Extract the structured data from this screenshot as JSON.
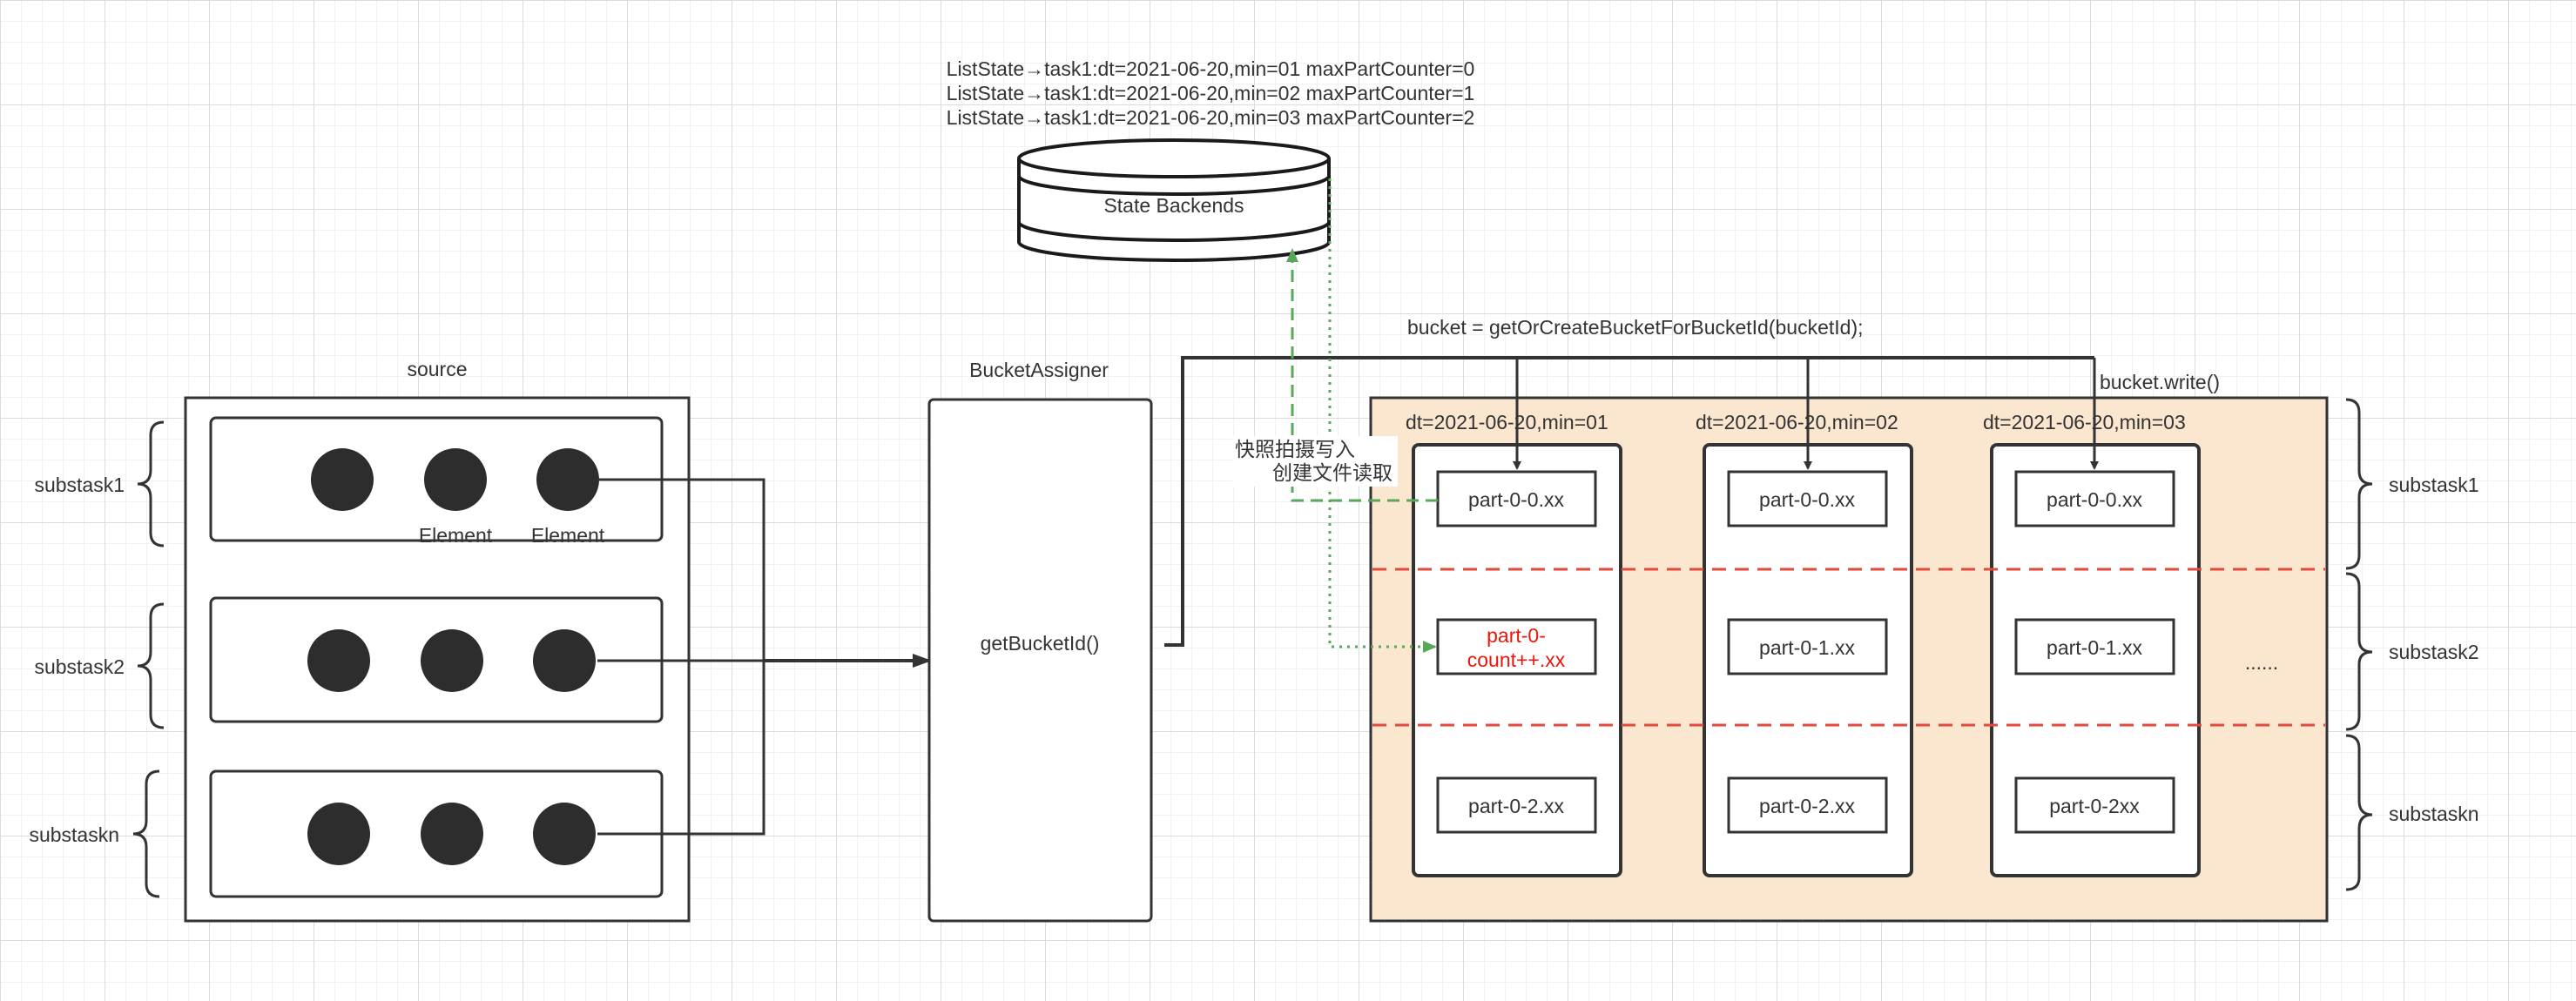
{
  "state_lines": [
    "ListState→task1:dt=2021-06-20,min=01 maxPartCounter=0",
    "ListState→task1:dt=2021-06-20,min=02 maxPartCounter=1",
    "ListState→task1:dt=2021-06-20,min=03 maxPartCounter=2"
  ],
  "state_backends": "State Backends",
  "source_title": "source",
  "left_substasks": [
    "substask1",
    "substask2",
    "substaskn"
  ],
  "element_labels": [
    "Element",
    "Element"
  ],
  "assigner_title": "BucketAssigner",
  "assigner_method": "getBucketId()",
  "bucket_call": "bucket = getOrCreateBucketForBucketId(bucketId);",
  "bucket_write": "bucket.write()",
  "snapshot_write": "快照拍摄写入",
  "create_read": "创建文件读取",
  "buckets": [
    {
      "header": "dt=2021-06-20,min=01",
      "files": [
        "part-0-0.xx",
        "part-0-\ncount++.xx",
        "part-0-2.xx"
      ]
    },
    {
      "header": "dt=2021-06-20,min=02",
      "files": [
        "part-0-0.xx",
        "part-0-1.xx",
        "part-0-2.xx"
      ]
    },
    {
      "header": "dt=2021-06-20,min=03",
      "files": [
        "part-0-0.xx",
        "part-0-1.xx",
        "part-0-2xx"
      ]
    }
  ],
  "highlight_file": [
    "part-0-",
    "count++.xx"
  ],
  "ellipsis": "......",
  "right_substasks": [
    "substask1",
    "substask2",
    "substaskn"
  ],
  "colors": {
    "line": "#333333",
    "node": "#2d2d2d",
    "panel_fill": "#fbe6cf",
    "dashed_red": "#e24a3e",
    "green": "#59a85a",
    "highlight_text": "#e8170c"
  }
}
